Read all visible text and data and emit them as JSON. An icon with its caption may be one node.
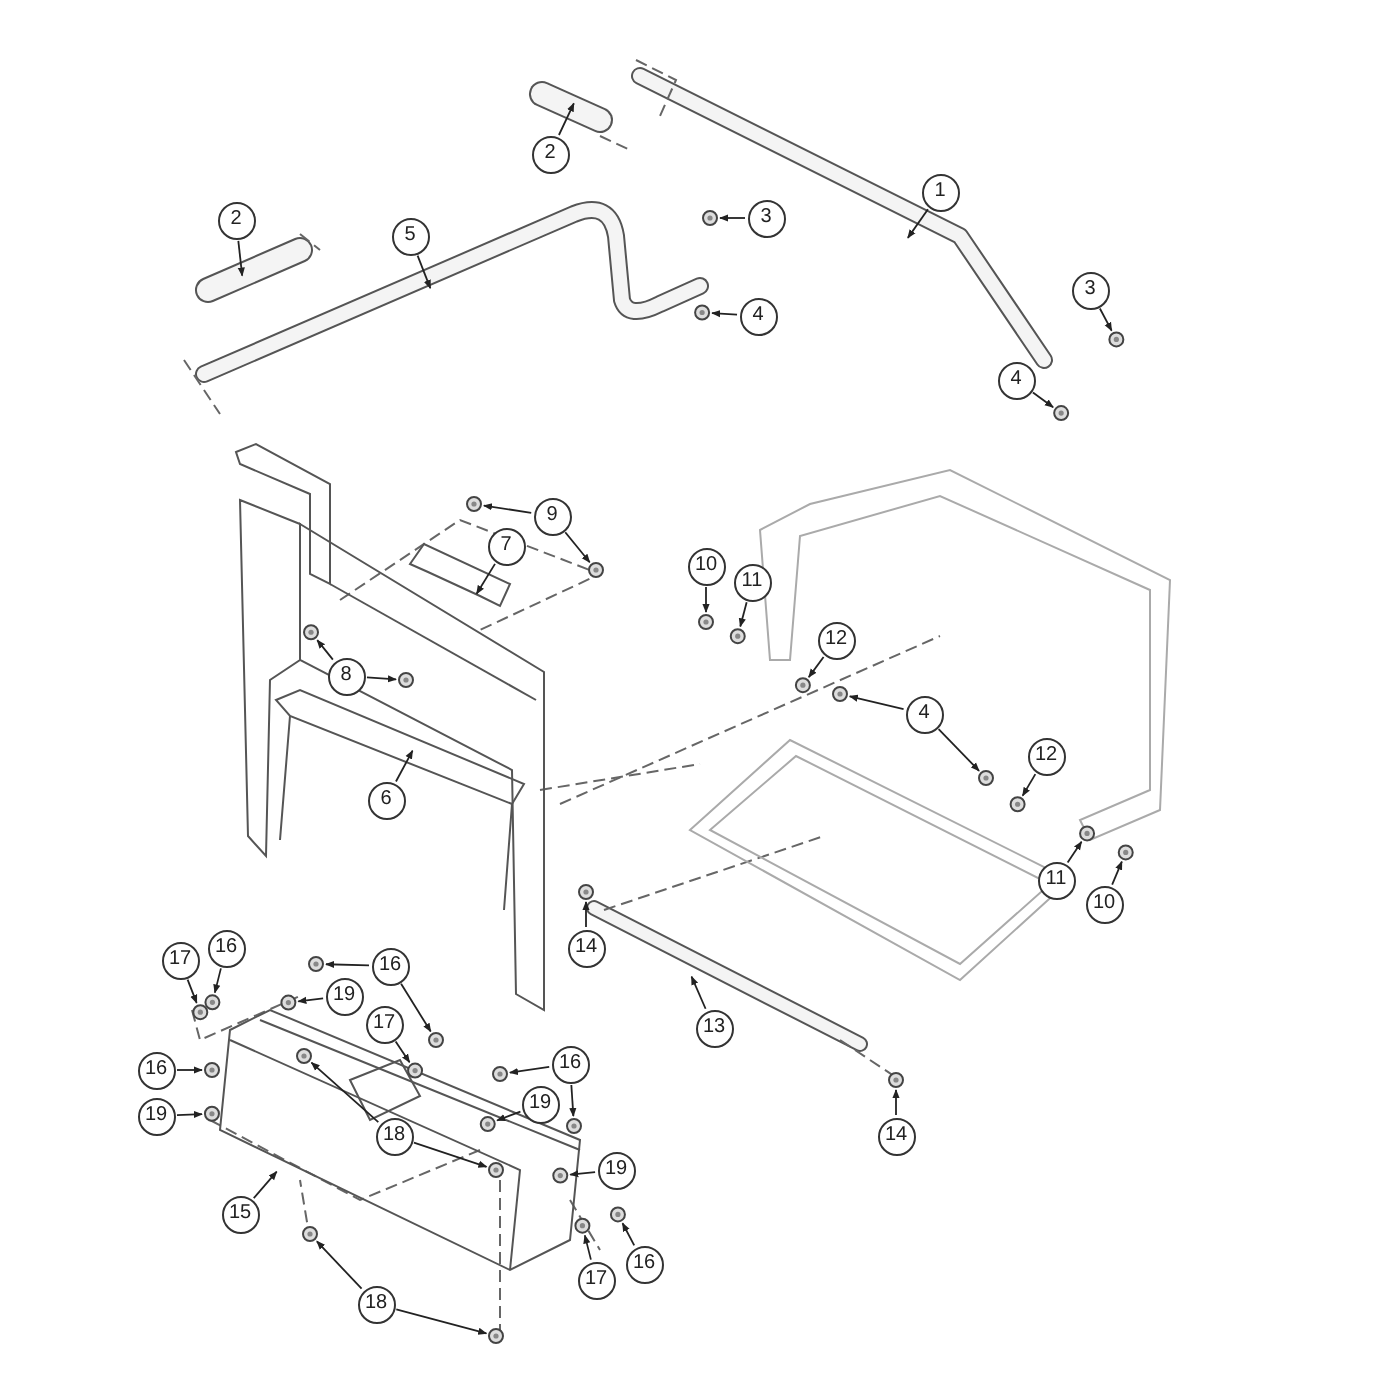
{
  "diagram": {
    "nodes": [
      {
        "text": [
          "1"
        ]
      },
      {
        "text": [
          "2"
        ]
      },
      {
        "text": [
          "2"
        ]
      },
      {
        "text": [
          "5"
        ]
      },
      {
        "text": [
          "3"
        ]
      },
      {
        "text": [
          "4"
        ]
      },
      {
        "text": [
          "3"
        ]
      },
      {
        "text": [
          "4"
        ]
      },
      {
        "text": [
          "9"
        ]
      },
      {
        "text": [
          "7"
        ]
      },
      {
        "text": [
          "10"
        ]
      },
      {
        "text": [
          "11"
        ]
      },
      {
        "text": [
          "8"
        ]
      },
      {
        "text": [
          "12"
        ]
      },
      {
        "text": [
          "4"
        ]
      },
      {
        "text": [
          "12"
        ]
      },
      {
        "text": [
          "6"
        ]
      },
      {
        "text": [
          "11"
        ]
      },
      {
        "text": [
          "10"
        ]
      },
      {
        "text": [
          "14"
        ]
      },
      {
        "text": [
          "16"
        ]
      },
      {
        "text": [
          "17"
        ]
      },
      {
        "text": [
          "16"
        ]
      },
      {
        "text": [
          "19"
        ]
      },
      {
        "text": [
          "17"
        ]
      },
      {
        "text": [
          "13"
        ]
      },
      {
        "text": [
          "16"
        ]
      },
      {
        "text": [
          "16"
        ]
      },
      {
        "text": [
          "19"
        ]
      },
      {
        "text": [
          "19"
        ]
      },
      {
        "text": [
          "18"
        ]
      },
      {
        "text": [
          "14"
        ]
      },
      {
        "text": [
          "19"
        ]
      },
      {
        "text": [
          "15"
        ]
      },
      {
        "text": [
          "17"
        ]
      },
      {
        "text": [
          "16"
        ]
      },
      {
        "text": [
          "18"
        ]
      },
      {
        "text": [],
        "shape": "picture"
      },
      {
        "text": [],
        "shape": "picture"
      },
      {
        "text": [],
        "shape": "picture"
      },
      {
        "text": [],
        "shape": "picture"
      },
      {
        "text": [],
        "shape": "picture"
      },
      {
        "text": [],
        "shape": "picture"
      },
      {
        "text": [],
        "shape": "picture"
      },
      {
        "text": [],
        "shape": "picture"
      },
      {
        "text": [],
        "shape": "picture"
      },
      {
        "text": [],
        "shape": "picture"
      },
      {
        "text": [],
        "shape": "picture"
      },
      {
        "text": [],
        "shape": "picture"
      },
      {
        "text": [],
        "shape": "picture"
      },
      {
        "text": [],
        "shape": "picture"
      },
      {
        "text": [],
        "shape": "picture"
      },
      {
        "text": [],
        "shape": "picture"
      },
      {
        "text": [],
        "shape": "picture"
      },
      {
        "text": [],
        "shape": "picture"
      },
      {
        "text": [],
        "shape": "picture"
      },
      {
        "text": [],
        "shape": "picture"
      },
      {
        "text": [],
        "shape": "picture"
      },
      {
        "text": [],
        "shape": "picture"
      },
      {
        "text": [],
        "shape": "picture"
      },
      {
        "text": [],
        "shape": "picture"
      },
      {
        "text": [],
        "shape": "picture"
      },
      {
        "text": [],
        "shape": "picture"
      },
      {
        "text": [],
        "shape": "picture"
      },
      {
        "text": [],
        "shape": "picture"
      },
      {
        "text": [],
        "shape": "picture"
      },
      {
        "text": [],
        "shape": "picture"
      },
      {
        "text": [],
        "shape": "picture"
      },
      {
        "text": [],
        "shape": "picture"
      },
      {
        "text": [],
        "shape": "picture"
      },
      {
        "text": [],
        "shape": "picture"
      },
      {
        "text": [],
        "shape": "picture"
      },
      {
        "text": [],
        "shape": "picture"
      }
    ],
    "edges": [
      {
        "from": 0,
        "to": null,
        "arrow": "to"
      },
      {
        "from": 1,
        "to": null,
        "arrow": "to"
      },
      {
        "from": 2,
        "to": null,
        "arrow": "to"
      },
      {
        "from": 3,
        "to": null,
        "arrow": "to"
      },
      {
        "from": 4,
        "to": 37,
        "arrow": "to"
      },
      {
        "from": 5,
        "to": 38,
        "arrow": "to"
      },
      {
        "from": 6,
        "to": 39,
        "arrow": "to"
      },
      {
        "from": 7,
        "to": 40,
        "arrow": "to"
      },
      {
        "from": 8,
        "to": 41,
        "arrow": "to"
      },
      {
        "from": 8,
        "to": 42,
        "arrow": "to"
      },
      {
        "from": 9,
        "to": null,
        "arrow": "to"
      },
      {
        "from": 10,
        "to": 43,
        "arrow": "to"
      },
      {
        "from": 11,
        "to": 44,
        "arrow": "to"
      },
      {
        "from": 12,
        "to": 45,
        "arrow": "to"
      },
      {
        "from": 12,
        "to": 46,
        "arrow": "to"
      },
      {
        "from": 13,
        "to": 47,
        "arrow": "to"
      },
      {
        "from": 14,
        "to": 48,
        "arrow": "to"
      },
      {
        "from": 14,
        "to": 49,
        "arrow": "to"
      },
      {
        "from": 15,
        "to": 50,
        "arrow": "to"
      },
      {
        "from": 16,
        "to": null,
        "arrow": "to"
      },
      {
        "from": 17,
        "to": 51,
        "arrow": "to"
      },
      {
        "from": 18,
        "to": 52,
        "arrow": "to"
      },
      {
        "from": 19,
        "to": 53,
        "arrow": "to"
      },
      {
        "from": 20,
        "to": 54,
        "arrow": "to"
      },
      {
        "from": 21,
        "to": 55,
        "arrow": "to"
      },
      {
        "from": 22,
        "to": 56,
        "arrow": "to"
      },
      {
        "from": 22,
        "to": 57,
        "arrow": "to"
      },
      {
        "from": 23,
        "to": 58,
        "arrow": "to"
      },
      {
        "from": 24,
        "to": 59,
        "arrow": "to"
      },
      {
        "from": 25,
        "to": null,
        "arrow": "to"
      },
      {
        "from": 26,
        "to": 60,
        "arrow": "to"
      },
      {
        "from": 26,
        "to": 61,
        "arrow": "to"
      },
      {
        "from": 27,
        "to": 62,
        "arrow": "to"
      },
      {
        "from": 28,
        "to": 63,
        "arrow": "to"
      },
      {
        "from": 29,
        "to": 64,
        "arrow": "to"
      },
      {
        "from": 30,
        "to": 65,
        "arrow": "to"
      },
      {
        "from": 30,
        "to": 66,
        "arrow": "to"
      },
      {
        "from": 31,
        "to": 67,
        "arrow": "to"
      },
      {
        "from": 32,
        "to": 68,
        "arrow": "to"
      },
      {
        "from": 33,
        "to": null,
        "arrow": "to"
      },
      {
        "from": 34,
        "to": 69,
        "arrow": "to"
      },
      {
        "from": 35,
        "to": 70,
        "arrow": "to"
      },
      {
        "from": 36,
        "to": 71,
        "arrow": "to"
      },
      {
        "from": 36,
        "to": 72,
        "arrow": "to"
      }
    ]
  }
}
